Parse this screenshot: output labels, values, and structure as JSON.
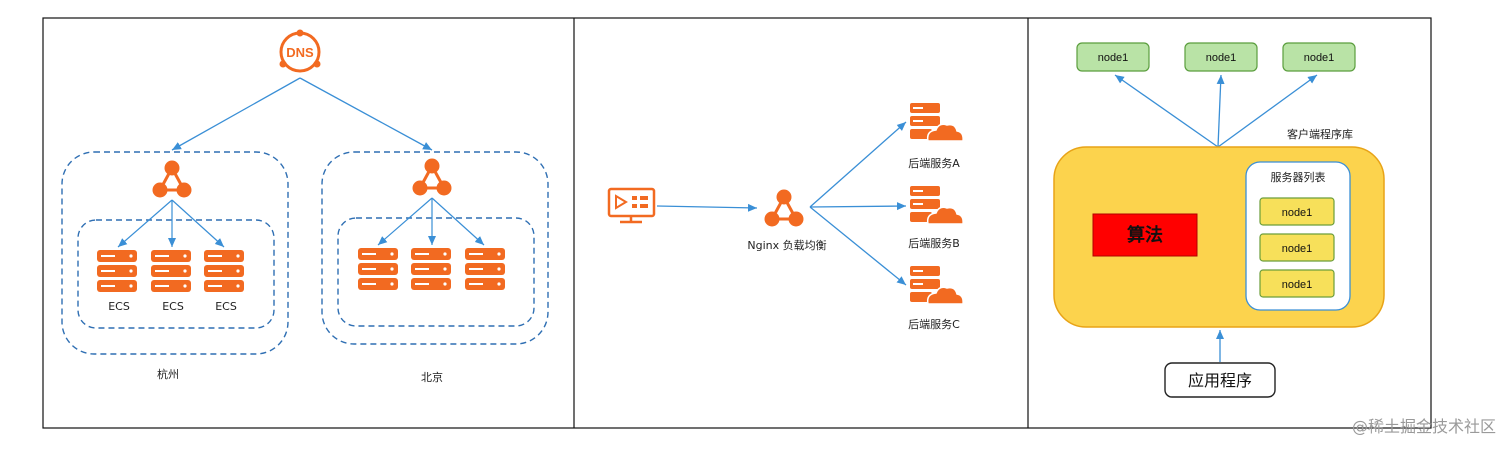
{
  "colors": {
    "icon_orange": "#F26A21",
    "arrow_blue": "#3A8FD6",
    "dashed_blue": "#2F6FB3",
    "node_green_fill": "#B9E3A6",
    "node_green_stroke": "#5B9E3E",
    "client_yellow": "#FCD34D",
    "client_yellow_stroke": "#E8A317",
    "algo_red": "#FF0000",
    "node_yellow": "#F7E05A",
    "node_yellow_stroke": "#6B9E3A"
  },
  "panel_dns": {
    "dns_badge": "DNS",
    "region_hangzhou": {
      "label": "杭州",
      "ecs_labels": [
        "ECS",
        "ECS",
        "ECS"
      ]
    },
    "region_beijing": {
      "label": "北京"
    }
  },
  "panel_nginx": {
    "client_icon": "screen-icon",
    "balancer_label": "Nginx 负载均衡",
    "backends": [
      "后端服务A",
      "后端服务B",
      "后端服务C"
    ]
  },
  "panel_client_lib": {
    "top_nodes": [
      "node1",
      "node1",
      "node1"
    ],
    "library_label": "客户端程序库",
    "algorithm_label": "算法",
    "server_list_title": "服务器列表",
    "server_list_nodes": [
      "node1",
      "node1",
      "node1"
    ],
    "application_label": "应用程序"
  },
  "watermark": "@稀土掘金技术社区"
}
